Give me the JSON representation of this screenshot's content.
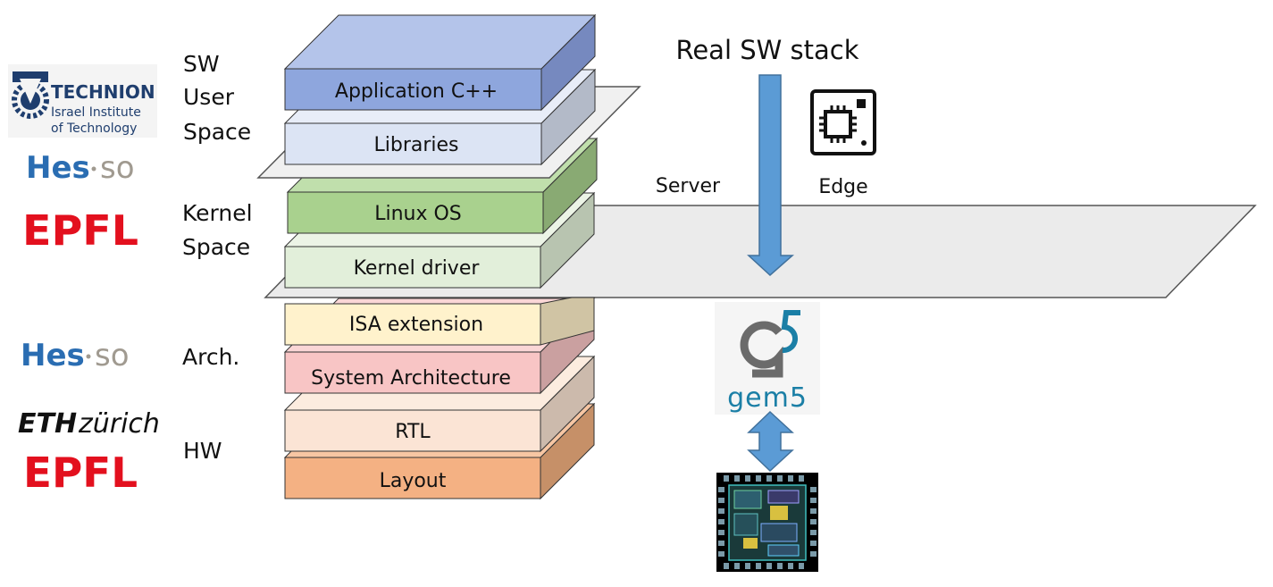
{
  "logos": {
    "technion": {
      "name": "TECHNION",
      "line1": "Israel Institute",
      "line2": "of Technology",
      "color": "#1f3e6e"
    },
    "hesso": {
      "hes": "Hes",
      "so": "so",
      "color_hes": "#2a6db2",
      "color_so": "#a09a90"
    },
    "epfl": {
      "text": "EPFL",
      "color": "#e3101e"
    },
    "eth": {
      "eth": "ETH",
      "zurich": "zürich"
    }
  },
  "side_labels": {
    "sw_user": [
      "SW",
      "User",
      "Space"
    ],
    "kernel": [
      "Kernel",
      "Space"
    ],
    "arch": "Arch.",
    "hw": "HW"
  },
  "stack_layers": [
    {
      "label": "Application C++",
      "front": "#8ea6dd",
      "top": "#b4c4ea",
      "side": "#7689bf"
    },
    {
      "label": "Libraries",
      "front": "#dce4f4",
      "top": "#e8edf8",
      "side": "#b3bac8"
    },
    {
      "label": "Linux OS",
      "front": "#a9d18e",
      "top": "#c0dfac",
      "side": "#89aa73"
    },
    {
      "label": "Kernel driver",
      "front": "#e2efda",
      "top": "#ecf4e6",
      "side": "#b8c4b0"
    },
    {
      "label": "ISA extension",
      "front": "#fff2cc",
      "top": "#fff6dd",
      "side": "#d0c4a4"
    },
    {
      "label": "System Architecture",
      "front": "#f8c5c5",
      "top": "#fad6d6",
      "side": "#caa0a0"
    },
    {
      "label": "RTL",
      "front": "#fbe4d5",
      "top": "#fcecdf",
      "side": "#ccbaac"
    },
    {
      "label": "Layout",
      "front": "#f4b183",
      "top": "#f7c6a3",
      "side": "#c69068"
    }
  ],
  "right": {
    "title": "Real SW stack",
    "server": "Server",
    "edge": "Edge",
    "gem5_text": "gem5",
    "arrow_color": "#5b9bd5",
    "arrow_stroke": "#41719c"
  }
}
